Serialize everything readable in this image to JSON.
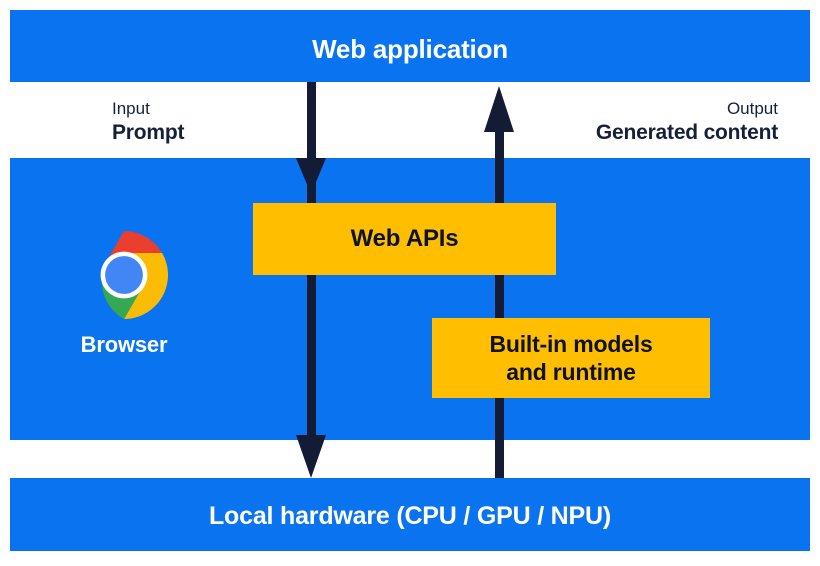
{
  "diagram": {
    "title_top": "Web application",
    "title_bottom": "Local hardware (CPU / GPU / NPU)",
    "browser_label": "Browser",
    "boxes": [
      {
        "label": "Web APIs"
      },
      {
        "label_line1": "Built-in models",
        "label_line2": "and runtime"
      }
    ],
    "io": {
      "input_kind": "Input",
      "input_value": "Prompt",
      "output_kind": "Output",
      "output_value": "Generated content"
    },
    "colors": {
      "blue": "#0a73f0",
      "yellow": "#ffbf00",
      "navy": "#141b34",
      "white": "#ffffff",
      "chrome_red": "#ea3e2f",
      "chrome_yellow": "#fbbc05",
      "chrome_green": "#34a853",
      "chrome_blue": "#4285f4"
    }
  }
}
